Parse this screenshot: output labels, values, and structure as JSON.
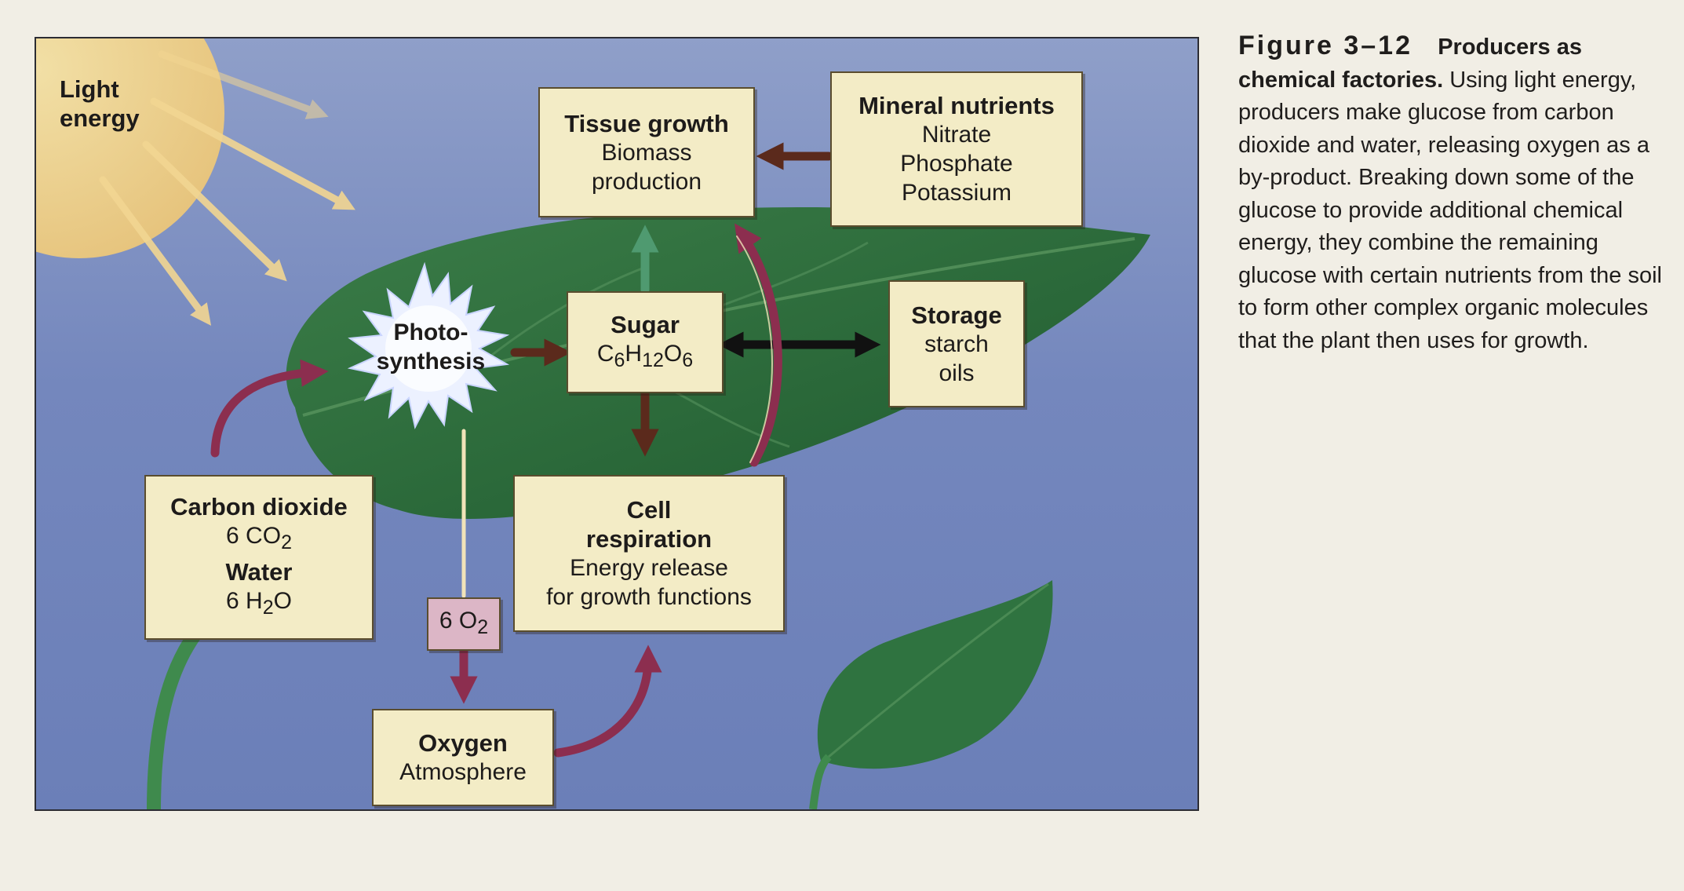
{
  "caption": {
    "figure_number": "Figure 3–12",
    "heading": "Producers as chemical factories.",
    "body": "Using light energy, producers make glucose from carbon dioxide and water, releasing oxygen as a by-product. Breaking down some of the glucose to provide additional chemical energy, they combine the remaining glucose with certain nutrients from the soil to form other complex organic molecules that the plant then uses for growth."
  },
  "diagram": {
    "light": {
      "line1": "Light",
      "line2": "energy"
    },
    "photosynthesis": {
      "line1": "Photo-",
      "line2": "synthesis"
    },
    "tissue_growth": {
      "title": "Tissue growth",
      "line1": "Biomass",
      "line2": "production"
    },
    "mineral_nutrients": {
      "title": "Mineral nutrients",
      "items": [
        "Nitrate",
        "Phosphate",
        "Potassium"
      ]
    },
    "sugar": {
      "title": "Sugar",
      "formula": [
        "C",
        "6",
        "H",
        "12",
        "O",
        "6"
      ]
    },
    "storage": {
      "title": "Storage",
      "line1": "starch",
      "line2": "oils"
    },
    "inputs": {
      "co2_title": "Carbon dioxide",
      "co2_coef": "6 CO",
      "co2_sub": "2",
      "water_title": "Water",
      "water_coef": "6 H",
      "water_sub": "2",
      "water_tail": "O"
    },
    "respiration": {
      "title1": "Cell",
      "title2": "respiration",
      "line1": "Energy release",
      "line2": "for growth functions"
    },
    "oxygen_tag": {
      "coef": "6 O",
      "sub": "2"
    },
    "oxygen": {
      "title": "Oxygen",
      "line1": "Atmosphere"
    }
  },
  "colors": {
    "sky": "#7487bd",
    "box": "#f3ecc6",
    "oxygen_tag": "#dcb6c6",
    "leaf": "#2f6f3c",
    "sun": "#f3d68a",
    "arrow_maroon": "#8c2e4f",
    "arrow_brown": "#5b2a1c",
    "arrow_green": "#4f9a70"
  }
}
